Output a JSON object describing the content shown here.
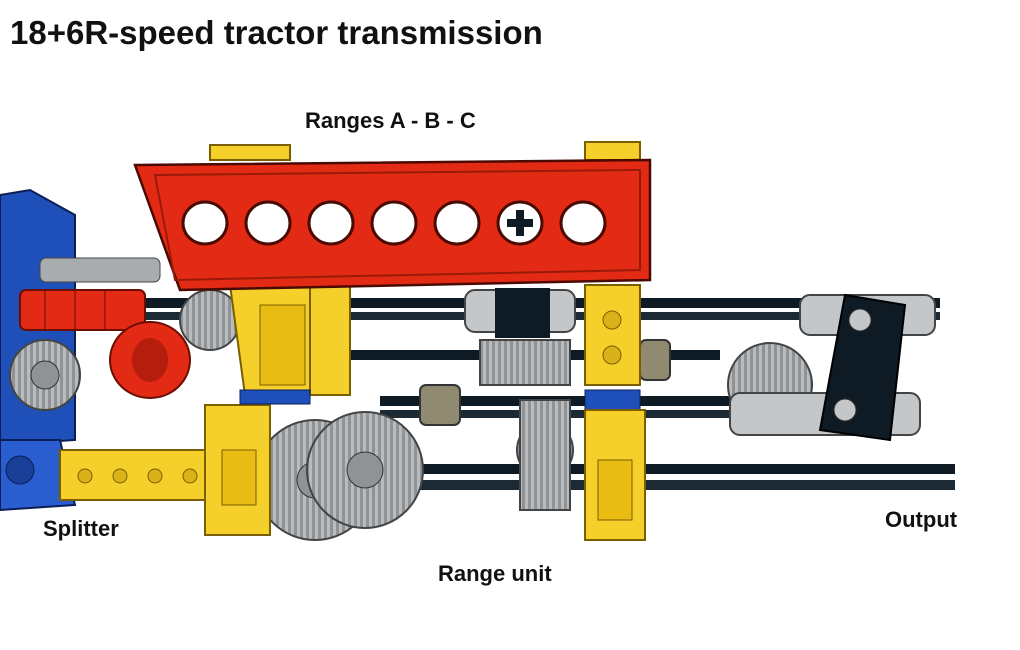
{
  "title": "18+6R-speed tractor transmission",
  "labels": {
    "ranges": "Ranges A - B - C",
    "splitter": "Splitter",
    "range_unit": "Range unit",
    "output": "Output"
  },
  "colors": {
    "red": "#e32a14",
    "yellow": "#f5d02b",
    "blue": "#1f4fb8",
    "black": "#0e1a24",
    "gray": "#a8acae"
  }
}
